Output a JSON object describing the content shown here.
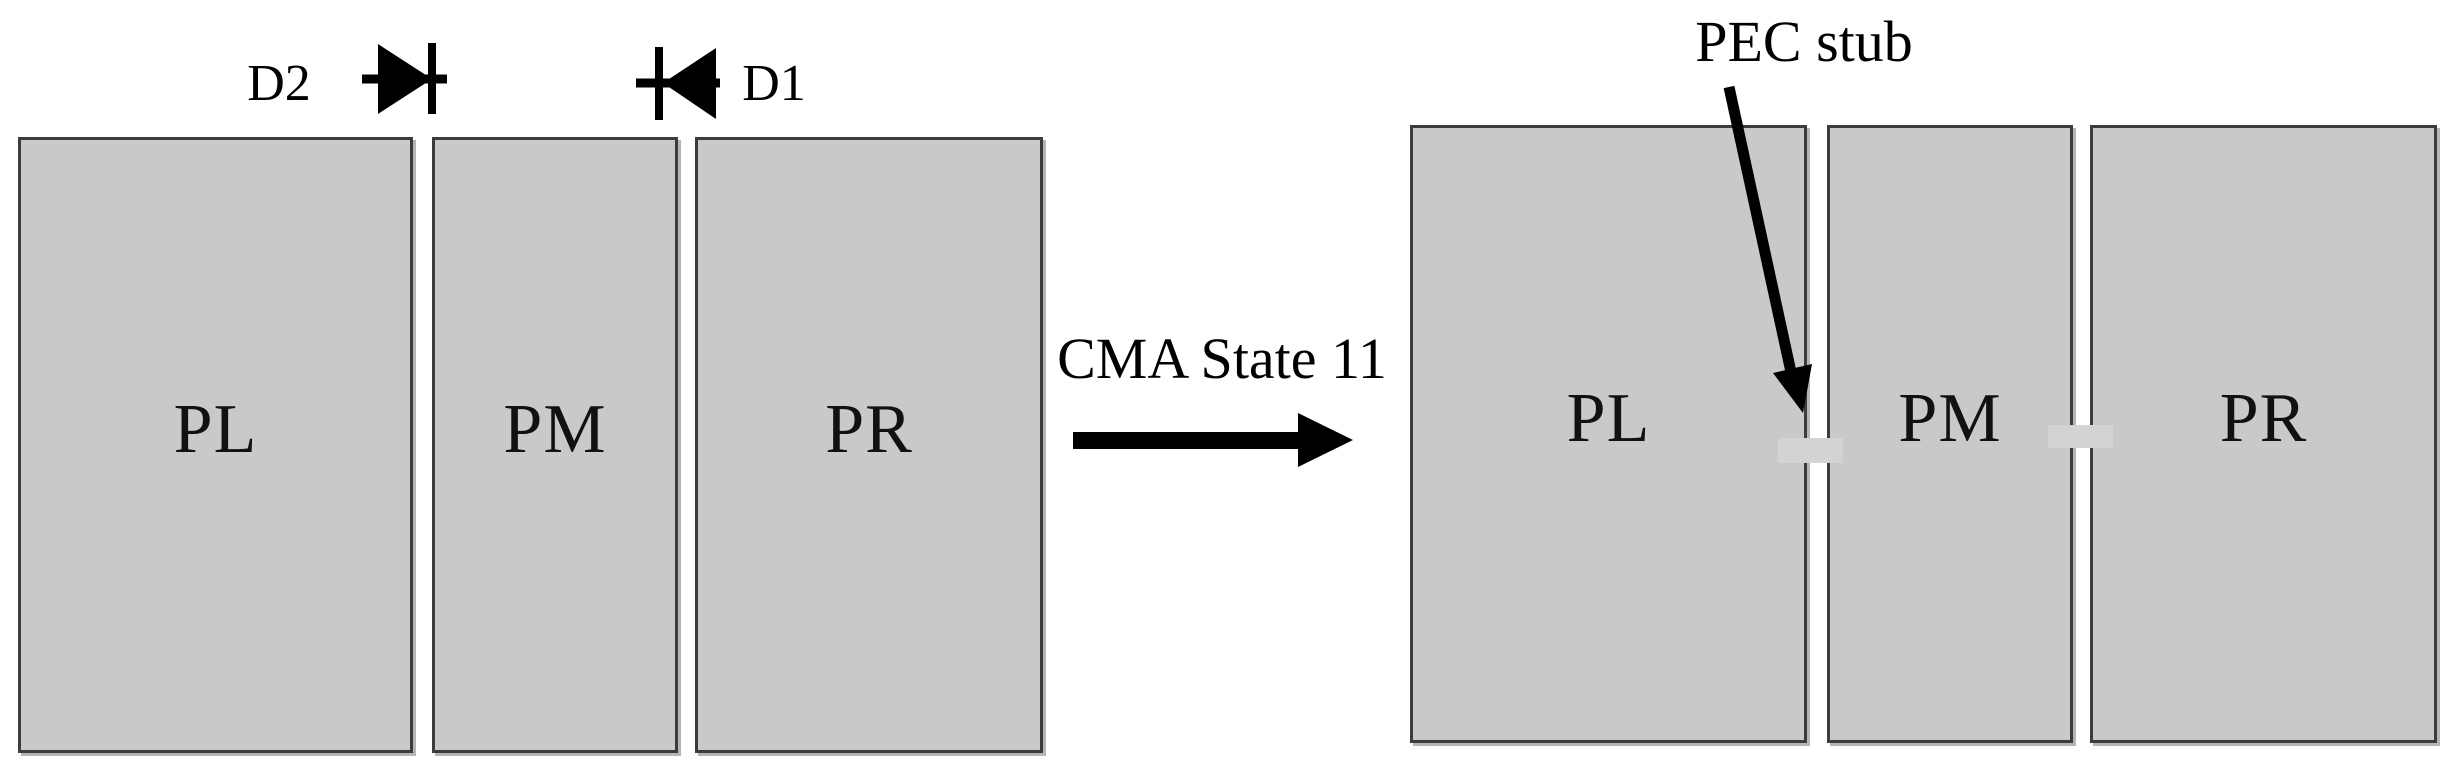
{
  "figure": {
    "type": "antenna-configuration-diagram",
    "background_color": "#ffffff",
    "panel_fill": "#cac9c8",
    "panel_border_color": "#3c3c3c",
    "stub_fill": "#d3d3d2",
    "text_color": "#000000",
    "left_structure": {
      "panels": [
        {
          "label": "PL"
        },
        {
          "label": "PM"
        },
        {
          "label": "PR"
        }
      ],
      "diodes": [
        {
          "label": "D2",
          "symbol": "diode",
          "points": "right",
          "location": "above gap PL-PM"
        },
        {
          "label": "D1",
          "symbol": "diode",
          "points": "left",
          "location": "above gap PM-PR"
        }
      ]
    },
    "transition": {
      "label": "CMA State 11",
      "arrow_direction": "right"
    },
    "right_structure": {
      "panels": [
        {
          "label": "PL"
        },
        {
          "label": "PM"
        },
        {
          "label": "PR"
        }
      ],
      "stub_annotation": "PEC stub",
      "stub_count": 2
    }
  }
}
